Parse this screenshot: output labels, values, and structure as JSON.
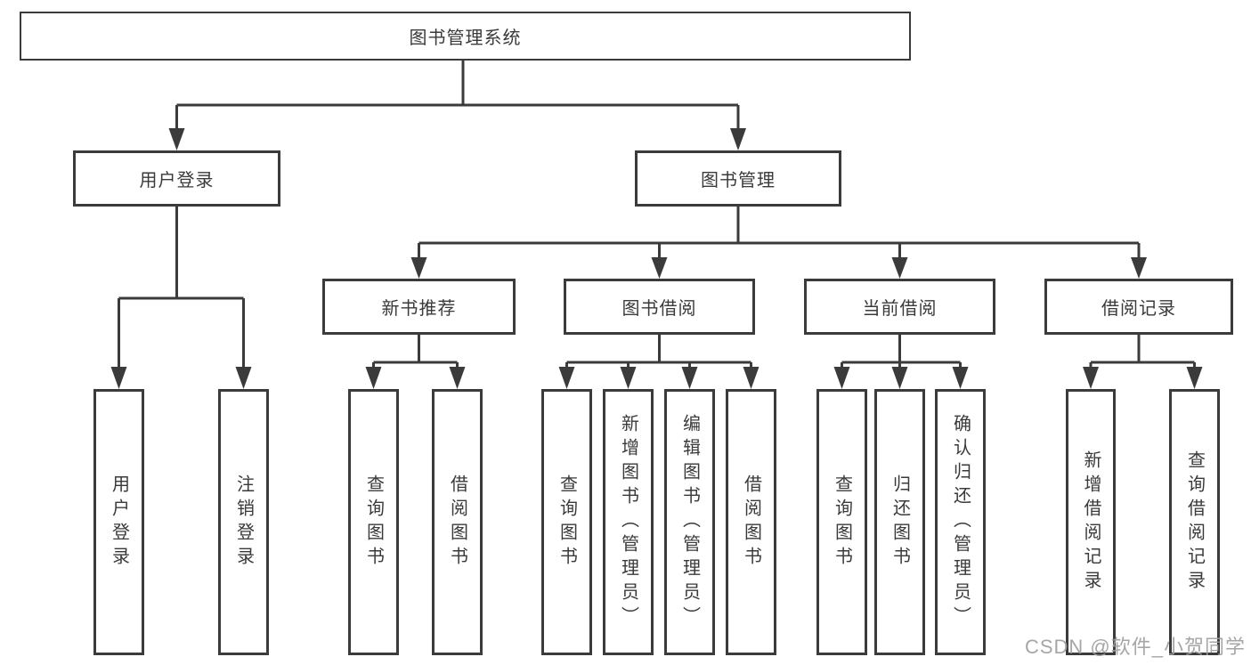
{
  "diagram": {
    "colors": {
      "line": "#3b3b3b",
      "text": "#3a3a3a",
      "background": "#ffffff",
      "watermark": "#9e9e9e"
    },
    "root": {
      "label": "图书管理系统"
    },
    "level2": [
      {
        "label": "用户登录"
      },
      {
        "label": "图书管理"
      }
    ],
    "level3": [
      {
        "label": "新书推荐"
      },
      {
        "label": "图书借阅"
      },
      {
        "label": "当前借阅"
      },
      {
        "label": "借阅记录"
      }
    ],
    "leaves": [
      {
        "parent": "用户登录",
        "items": [
          "用户登录",
          "注销登录"
        ]
      },
      {
        "parent": "新书推荐",
        "items": [
          "查询图书",
          "借阅图书"
        ]
      },
      {
        "parent": "图书借阅",
        "items": [
          "查询图书",
          "新增图书（管理员）",
          "编辑图书（管理员）",
          "借阅图书"
        ]
      },
      {
        "parent": "当前借阅",
        "items": [
          "查询图书",
          "归还图书",
          "确认归还（管理员）"
        ]
      },
      {
        "parent": "借阅记录",
        "items": [
          "新增借阅记录",
          "查询借阅记录"
        ]
      }
    ],
    "watermark": "CSDN @软件_小贺同学"
  }
}
